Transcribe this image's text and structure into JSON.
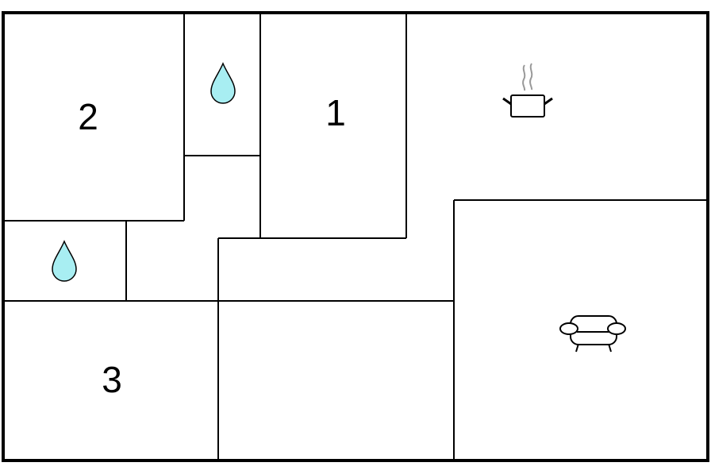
{
  "floorplan": {
    "rooms": [
      {
        "label": "2",
        "type": "bedroom"
      },
      {
        "label": "1",
        "type": "bedroom"
      },
      {
        "label": "3",
        "type": "bedroom"
      }
    ],
    "icons": [
      {
        "name": "water-drop-icon",
        "room": "bathroom-upper"
      },
      {
        "name": "water-drop-icon",
        "room": "bathroom-lower"
      },
      {
        "name": "cooking-pot-icon",
        "room": "kitchen"
      },
      {
        "name": "sofa-icon",
        "room": "living-room"
      }
    ],
    "colors": {
      "wall": "#000000",
      "water": "#a8eef2"
    }
  }
}
